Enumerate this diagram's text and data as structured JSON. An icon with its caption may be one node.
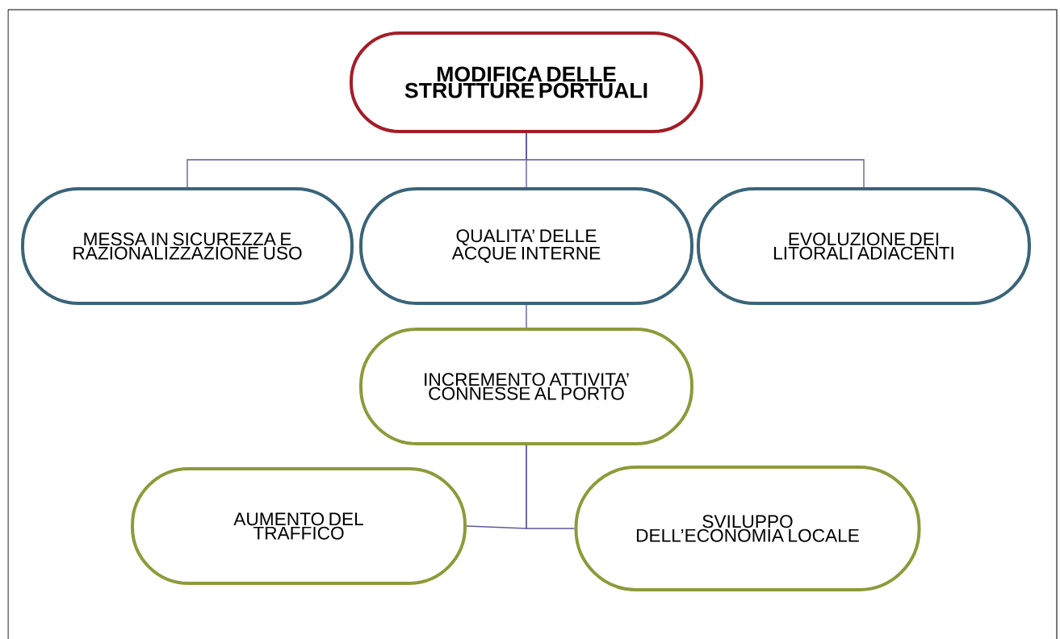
{
  "diagram": {
    "nodes": [
      {
        "text": [
          "MODIFICA DELLE STRUTTURE PORTUALI"
        ]
      },
      {
        "text": [
          "MESSA IN SICUREZZA E RAZIONALIZZAZIONE USO"
        ]
      },
      {
        "text": [
          "QUALITA’ DELLE ACQUE INTERNE"
        ]
      },
      {
        "text": [
          "EVOLUZIONE DEI LITORALI ADIACENTI"
        ]
      },
      {
        "text": [
          "INCREMENTO ATTIVITA’ CONNESSE AL PORTO"
        ]
      },
      {
        "text": [
          "AUMENTO DEL TRAFFICO"
        ]
      },
      {
        "text": [
          "SVILUPPO DELL’ECONOMIA LOCALE"
        ]
      }
    ],
    "edges": [
      {
        "from": 0,
        "to": 1,
        "arrow": "none"
      },
      {
        "from": 0,
        "to": 2,
        "arrow": "none"
      },
      {
        "from": 0,
        "to": 3,
        "arrow": "none"
      },
      {
        "from": 2,
        "to": 4,
        "arrow": "none"
      },
      {
        "from": 4,
        "to": 5,
        "arrow": "none"
      },
      {
        "from": 4,
        "to": 6,
        "arrow": "none"
      }
    ]
  }
}
